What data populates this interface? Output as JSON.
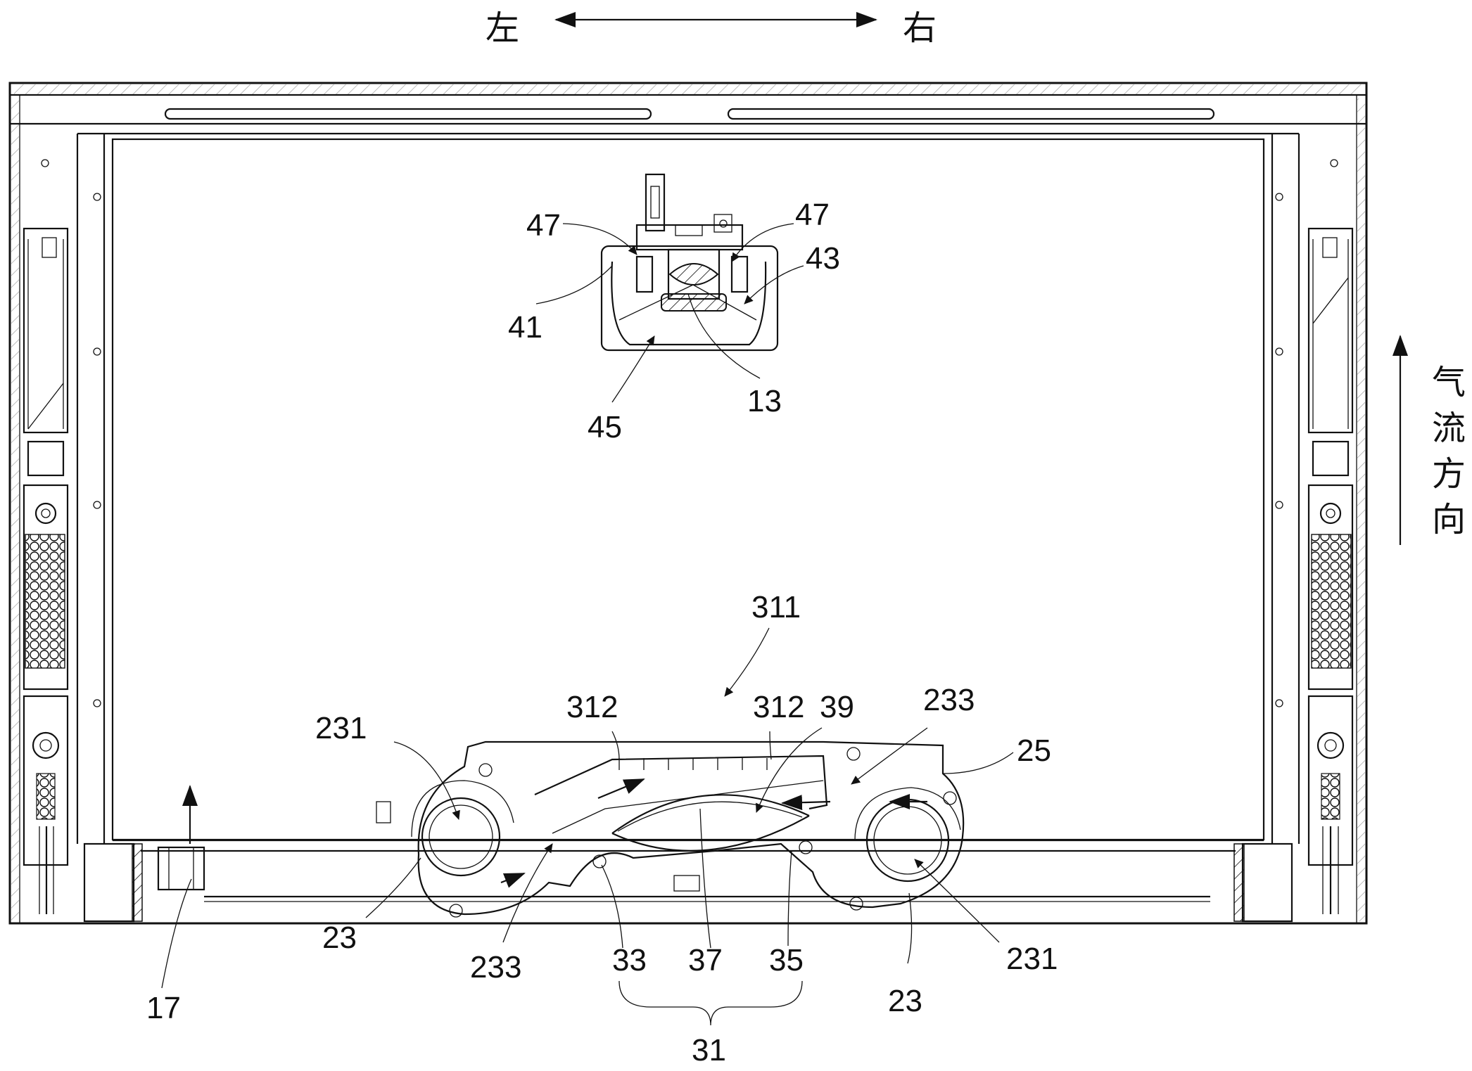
{
  "direction": {
    "left": "左",
    "right": "右",
    "airflow": [
      "气",
      "流",
      "方",
      "向"
    ]
  },
  "labels": {
    "l47_left": "47",
    "l47_right": "47",
    "l43": "43",
    "l41": "41",
    "l13": "13",
    "l45": "45",
    "l311": "311",
    "l312_left": "312",
    "l312_right": "312",
    "l39": "39",
    "l233_top": "233",
    "l25": "25",
    "l231_left": "231",
    "l231_right": "231",
    "l23_left": "23",
    "l23_right": "23",
    "l233_bottom": "233",
    "l33": "33",
    "l37": "37",
    "l35": "35",
    "l17": "17",
    "l31": "31"
  }
}
